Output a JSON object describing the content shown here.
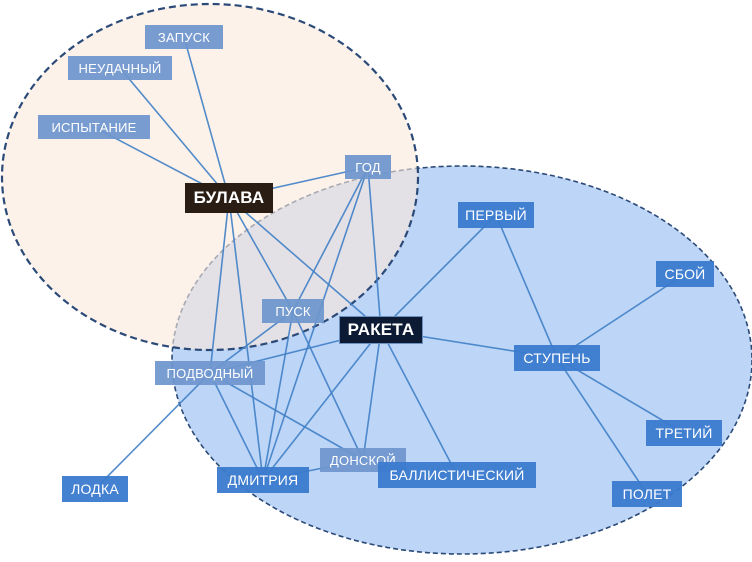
{
  "nodes": {
    "zapusk": "ЗАПУСК",
    "neudachny": "НЕУДАЧНЫЙ",
    "ispytanie": "ИСПЫТАНИЕ",
    "god": "ГОД",
    "bulava": "БУЛАВА",
    "pervy": "ПЕРВЫЙ",
    "sboy": "СБОЙ",
    "pusk": "ПУСК",
    "raketa": "РАКЕТА",
    "stupen": "СТУПЕНЬ",
    "podvodny": "ПОДВОДНЫЙ",
    "treti": "ТРЕТИЙ",
    "donskoy": "ДОНСКОЙ",
    "ballistichesky": "БАЛЛИСТИЧЕСКИЙ",
    "lodka": "ЛОДКА",
    "dmitriya": "ДМИТРИЯ",
    "polet": "ПОЛЕТ"
  },
  "colors": {
    "cluster_bulava_fill": "#fbe9da",
    "cluster_raketa_fill": "#b4cff5",
    "cluster_outline": "#2b4a78",
    "edge": "#3f7fc6",
    "node_minor": "#6e96cd",
    "node_blue": "#3a7acd",
    "hub_bulava": "#2a1e14",
    "hub_raketa": "#0c1b33"
  }
}
